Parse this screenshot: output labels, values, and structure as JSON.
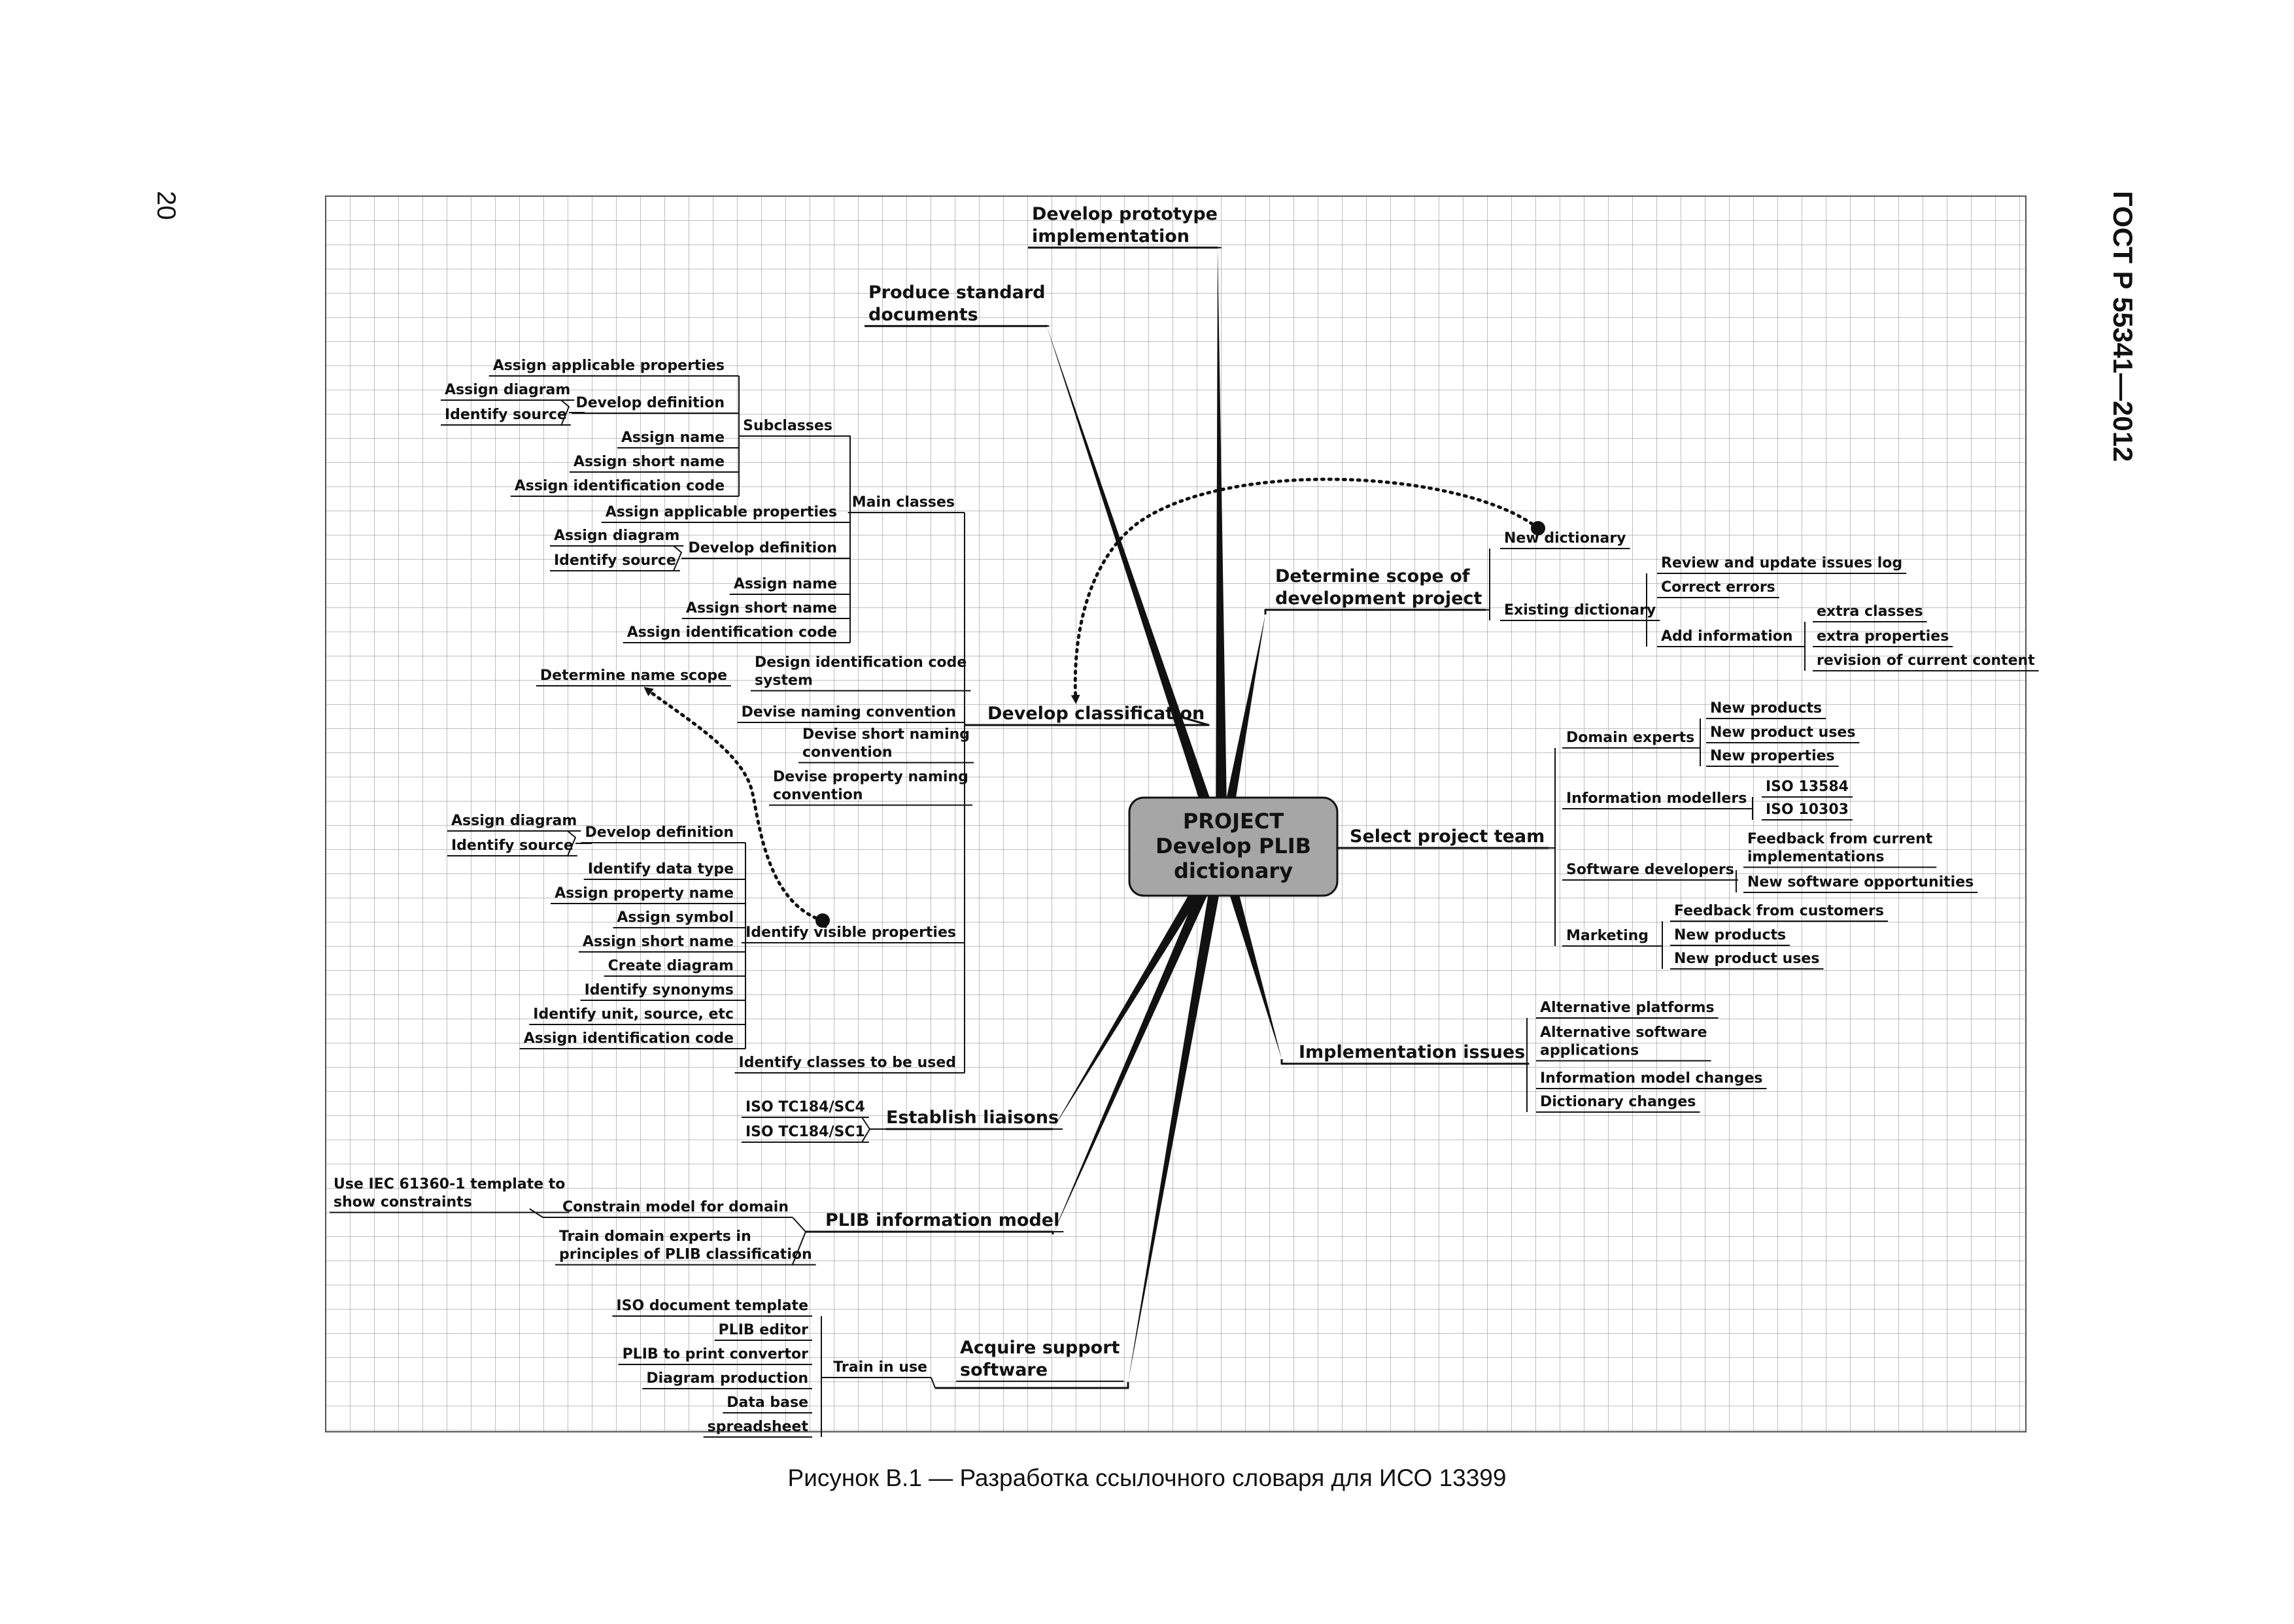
{
  "page": {
    "number": "20",
    "doc_id": "ГОСТ Р 55341—2012",
    "caption": "Рисунок В.1 — Разработка ссылочного словаря для ИСО 13399"
  },
  "diagram": {
    "central": [
      "PROJECT",
      "Develop PLIB",
      "dictionary"
    ],
    "branches": {
      "prototype": [
        "Develop prototype",
        "implementation"
      ],
      "standard_docs": [
        "Produce standard",
        "documents"
      ],
      "classification": "Develop classification",
      "scope": [
        "Determine scope of",
        "development project"
      ],
      "team": "Select project team",
      "impl_issues": "Implementation issues",
      "liaisons": "Establish liaisons",
      "info_model": "PLIB information model",
      "support_sw": [
        "Acquire support",
        "software"
      ]
    },
    "classification": {
      "main_classes": "Main classes",
      "subclasses": "Subclasses",
      "sub_items": [
        "Assign applicable properties",
        "Develop definition",
        "Assign name",
        "Assign short name",
        "Assign identification code"
      ],
      "sub_def_items": [
        "Assign diagram",
        "Identify source"
      ],
      "main_items": [
        "Assign applicable properties",
        "Develop definition",
        "Assign name",
        "Assign short name",
        "Assign identification code"
      ],
      "main_def_items": [
        "Assign diagram",
        "Identify source"
      ],
      "design_code": [
        "Design identification code",
        "system"
      ],
      "name_scope": "Determine name scope",
      "naming_conv": "Devise naming convention",
      "short_naming": [
        "Devise short naming",
        "convention"
      ],
      "prop_naming": [
        "Devise property naming",
        "convention"
      ],
      "visible_props": "Identify visible properties",
      "vp_items": [
        "Develop definition",
        "Identify data type",
        "Assign property name",
        "Assign symbol",
        "Assign short name",
        "Create diagram",
        "Identify synonyms",
        "Identify unit, source, etc",
        "Assign identification code"
      ],
      "vp_def_items": [
        "Assign diagram",
        "Identify source"
      ],
      "classes_used": "Identify classes to be used"
    },
    "scope": {
      "new_dict": "New dictionary",
      "existing_dict": "Existing dictionary",
      "existing_items": [
        "Review and update issues log",
        "Correct errors",
        "Add information"
      ],
      "add_items": [
        "extra classes",
        "extra properties",
        "revision of current content"
      ]
    },
    "team": {
      "domain_experts": "Domain experts",
      "domain_items": [
        "New products",
        "New product uses",
        "New properties"
      ],
      "info_modellers": "Information modellers",
      "modeller_items": [
        "ISO 13584",
        "ISO 10303"
      ],
      "sw_devs": "Software developers",
      "sw_items": [
        [
          "Feedback from current",
          "implementations"
        ],
        "New software opportunities"
      ],
      "marketing": "Marketing",
      "marketing_items": [
        "Feedback from customers",
        "New products",
        "New product uses"
      ]
    },
    "impl": {
      "items": [
        [
          "Alternative platforms"
        ],
        [
          "Alternative software",
          "applications"
        ],
        [
          "Information model changes"
        ],
        [
          "Dictionary changes"
        ]
      ]
    },
    "liaisons": {
      "items": [
        "ISO TC184/SC4",
        "ISO TC184/SC1"
      ]
    },
    "info_model": {
      "constrain": "Constrain model for domain",
      "iec": [
        "Use IEC 61360-1 template to",
        "show constraints"
      ],
      "train_experts": [
        "Train domain experts in",
        "principles of PLIB classification"
      ]
    },
    "support": {
      "train_use": "Train in use",
      "items": [
        "ISO document template",
        "PLIB editor",
        "PLIB to print convertor",
        "Diagram production",
        "Data base",
        "spreadsheet"
      ]
    }
  }
}
